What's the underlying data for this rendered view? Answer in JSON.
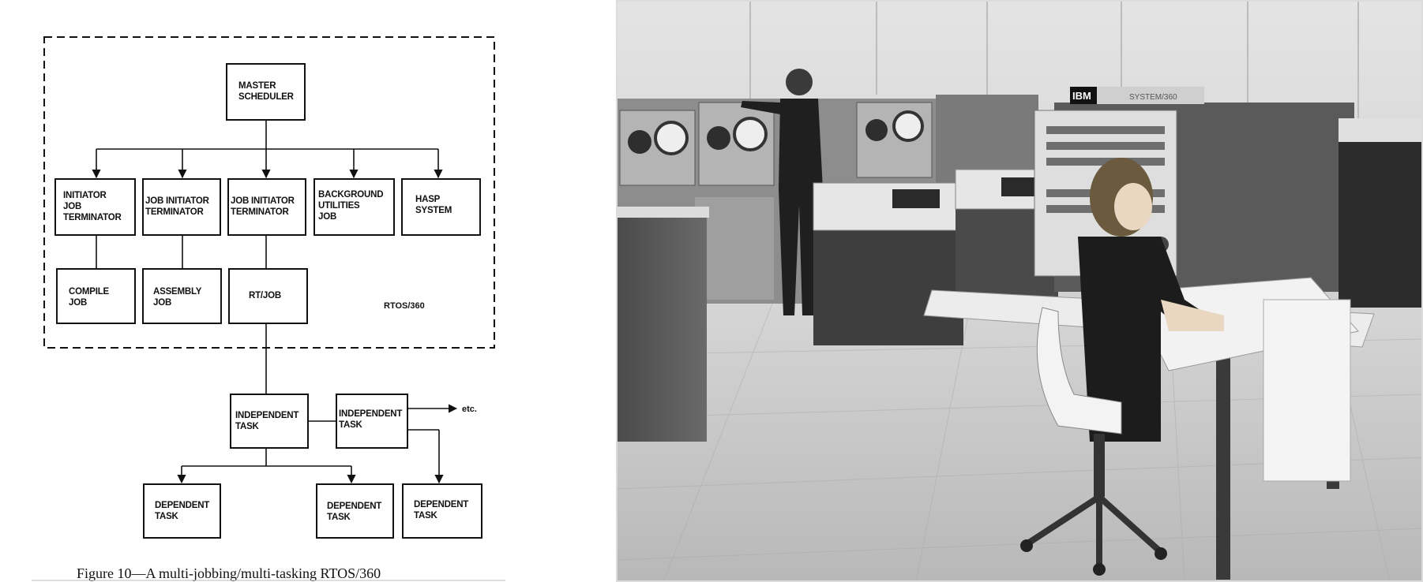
{
  "diagram": {
    "boxes": {
      "master": [
        "MASTER",
        "SCHEDULER"
      ],
      "init_job_term": [
        "INITIATOR",
        "JOB",
        "TERMINATOR"
      ],
      "job_init_term_1": [
        "JOB INITIATOR",
        "TERMINATOR"
      ],
      "job_init_term_2": [
        "JOB INITIATOR",
        "TERMINATOR"
      ],
      "background": [
        "BACKGROUND",
        "UTILITIES",
        "JOB"
      ],
      "hasp": [
        "HASP",
        "SYSTEM"
      ],
      "compile": [
        "COMPILE",
        "JOB"
      ],
      "assembly": [
        "ASSEMBLY",
        "JOB"
      ],
      "rtjob": [
        "RT/JOB"
      ],
      "indep_1": [
        "INDEPENDENT",
        "TASK"
      ],
      "indep_2": [
        "INDEPENDENT",
        "TASK"
      ],
      "dep_1": [
        "DEPENDENT",
        "TASK"
      ],
      "dep_2": [
        "DEPENDENT",
        "TASK"
      ],
      "dep_3": [
        "DEPENDENT",
        "TASK"
      ]
    },
    "rtos_label": "RTOS/360",
    "etc_label": "etc.",
    "caption": "Figure 10—A multi-jobbing/multi-tasking RTOS/360"
  },
  "photo": {
    "ibm_logo": "IBM",
    "system_label": "SYSTEM/360"
  },
  "colors": {
    "ink": "#111111",
    "photo_floor": "#c9c9c9",
    "photo_wall": "#d9d9d9"
  }
}
